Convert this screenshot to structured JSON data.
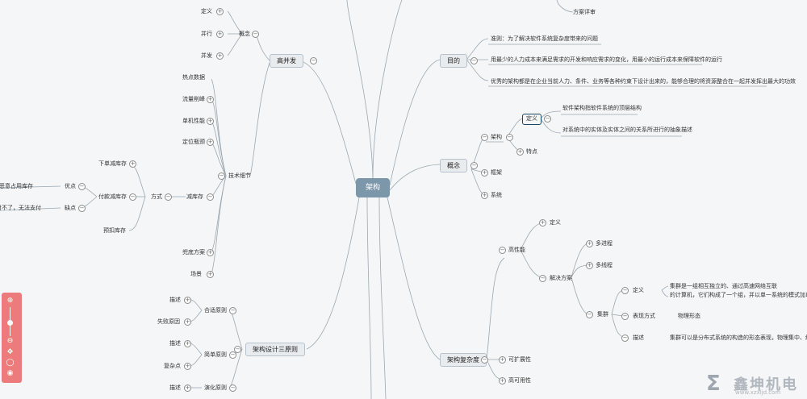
{
  "center": "架构",
  "branches": {
    "concurrency": "高并发",
    "purpose": "目的",
    "concept": "概念",
    "principles": "架构设计三原则",
    "complexity": "架构复杂度"
  },
  "top_right": "方案评审",
  "hc_concept": {
    "label": "概念",
    "items": [
      "定义",
      "并行",
      "并发"
    ]
  },
  "hc_tech": {
    "label": "技术细节",
    "items": [
      "热点数据",
      "流量削峰",
      "单机性能",
      "定位瓶颈",
      "减库存",
      "兜底方案",
      "场景"
    ]
  },
  "inventory": {
    "method": "方式",
    "order_dec": "下单减库存",
    "pay_dec": "付款减库存",
    "prededuct": "预扣库存",
    "pros": "优点",
    "cons": "缺点",
    "pros_text": "避免恶意占用库存",
    "cons_text": "抢到但是支付不了，无法支付"
  },
  "purpose_items": [
    "准则：为了解决软件系统复杂度带来的问题",
    "用最少的人力成本来满足需求的开发和响应需求的变化，用最小的运行成本来保障软件的运行",
    "优秀的架构都是在企业当前人力、条件、业务等各种约束下设计出来的，能够合理的将资源整合在一起并发挥出最大的功效"
  ],
  "concept_items": {
    "arch": "架构",
    "definition": "定义",
    "def1": "软件架构指软件系统的顶层结构",
    "def2": "对系统中的实体及实体之间的关系所进行的抽象描述",
    "feature": "特点",
    "framework": "框架",
    "system": "系统"
  },
  "principles_items": {
    "fit": "合适原则",
    "simple": "简单原则",
    "evolve": "演化原则",
    "desc": "描述",
    "fail": "失败原因",
    "complexity": "复杂点"
  },
  "complexity_items": {
    "ha": "高性能",
    "definition": "定义",
    "solution": "解决方案",
    "multi_process": "多进程",
    "multi_thread": "多线程",
    "cluster": "集群",
    "expression": "表现方式",
    "physical": "物理形态",
    "desc": "描述",
    "cluster_def1": "集群是一组相互独立的、通过高速网络互联",
    "cluster_def2": "的计算机，它们构成了一个组，并以单一系统的模式加以管理",
    "cluster_desc": "集群可以是分布式系统的构造的形态表现，物理集中、统一管理",
    "scalable": "可扩展性",
    "ha2": "高可用性"
  },
  "watermark": {
    "logo": "Ʃ",
    "name": "鑫坤机电",
    "url": "www.xzxljd.com"
  },
  "colors": {
    "center": "#7d97aa",
    "toolbar": "#ee7b7b",
    "line": "#9aa7b1"
  }
}
